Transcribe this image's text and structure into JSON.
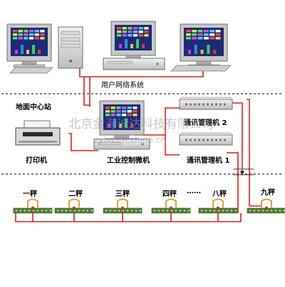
{
  "labels": {
    "user_network": "用户网络系统",
    "ground_center": "地面中心站",
    "printer": "打印机",
    "industrial_pc": "工业控制微机",
    "comm_manager_2": "通讯管理机 2",
    "comm_manager_1": "通讯管理机 1"
  },
  "scales": [
    {
      "label": "一秤"
    },
    {
      "label": "二秤"
    },
    {
      "label": "三秤"
    },
    {
      "label": "四秤"
    },
    {
      "label": "……"
    },
    {
      "label": "八秤"
    },
    {
      "label": "九秤"
    }
  ],
  "watermark": {
    "line1": "北京金海诚达科技有限公司",
    "line2": "zyhd.cn.china.cn"
  },
  "colors": {
    "wire": "#e0201f",
    "dash": "#555555",
    "monitor_frame": "#c8c8c8",
    "screen_bg": "#1c2a78",
    "belt": "#4f7f3c",
    "hook": "#d9a640"
  }
}
